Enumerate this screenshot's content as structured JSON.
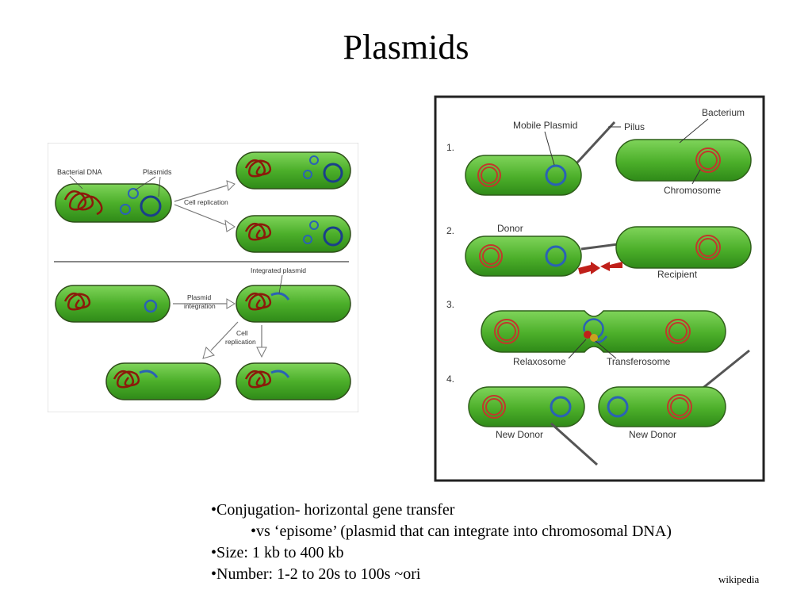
{
  "title": "Plasmids",
  "left_diagram": {
    "labels": {
      "bacterial_dna": "Bacterial DNA",
      "plasmids": "Plasmids",
      "cell_replication_1": "Cell replication",
      "integrated_plasmid": "Integrated plasmid",
      "plasmid_integration_line1": "Plasmid",
      "plasmid_integration_line2": "integration",
      "cell_replication_2_line1": "Cell",
      "cell_replication_2_line2": "replication"
    }
  },
  "right_diagram": {
    "steps": [
      "1.",
      "2.",
      "3.",
      "4."
    ],
    "labels": {
      "mobile_plasmid": "Mobile Plasmid",
      "pilus": "Pilus",
      "bacterium": "Bacterium",
      "chromosome": "Chromosome",
      "donor": "Donor",
      "recipient": "Recipient",
      "relaxosome": "Relaxosome",
      "transferosome": "Transferosome",
      "new_donor_left": "New Donor",
      "new_donor_right": "New Donor"
    }
  },
  "bullets": [
    "•Conjugation- horizontal gene transfer",
    "•vs ‘episome’ (plasmid that can integrate into chromosomal DNA)",
    "•Size:  1 kb to 400 kb",
    "•Number:  1-2 to 20s to 100s ~ori"
  ],
  "credit": "wikipedia",
  "colors": {
    "cell_green": "#4caf2a",
    "cell_outline": "#2f6b1a",
    "chromosome_red": "#c0392b",
    "dna_brown": "#8b1a0a",
    "plasmid_blue": "#2a62b5",
    "arrow_red": "#c0201a"
  }
}
